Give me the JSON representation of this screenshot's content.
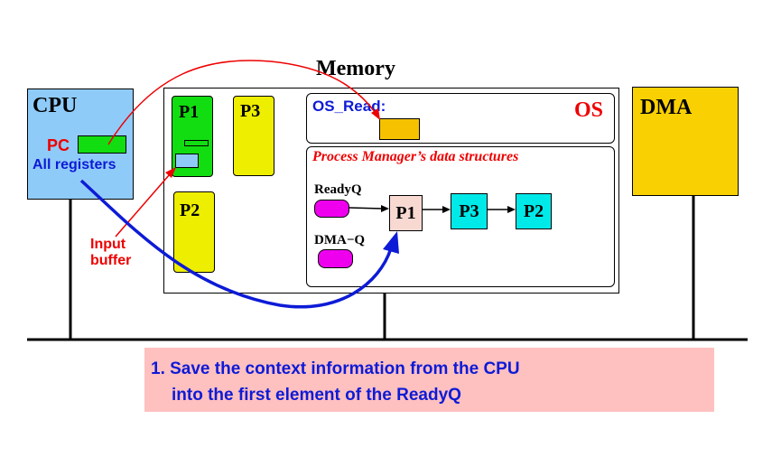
{
  "memory": {
    "title": "Memory",
    "processes": [
      "P1",
      "P3",
      "P2"
    ],
    "os": {
      "label": "OS",
      "routine": "OS_Read:"
    },
    "process_manager": {
      "title": "Process Manager’s data structures",
      "readyq_label": "ReadyQ",
      "dmaq_label": "DMA−Q",
      "queue_nodes": [
        "P1",
        "P3",
        "P2"
      ]
    }
  },
  "cpu": {
    "title": "CPU",
    "pc_label": "PC",
    "registers_label": "All registers"
  },
  "dma": {
    "title": "DMA"
  },
  "input_buffer_label": [
    "Input",
    "buffer"
  ],
  "caption": {
    "lines": [
      "1. Save the context information from the CPU",
      "into the first element of the ReadyQ"
    ]
  },
  "colors": {
    "cpu": "#8fcbf8",
    "dma": "#f9d103",
    "p1": "#11dd11",
    "p2_p3": "#eeee00",
    "queue_p1": "#f7d9d2",
    "queue_p3_p2": "#00e9e9",
    "pill": "#ee00ee",
    "os_read_box": "#f6c200",
    "red_arrow": "#ee0000",
    "blue_arrow": "#0d1bd6",
    "caption_bg": "#ffc0c0"
  }
}
